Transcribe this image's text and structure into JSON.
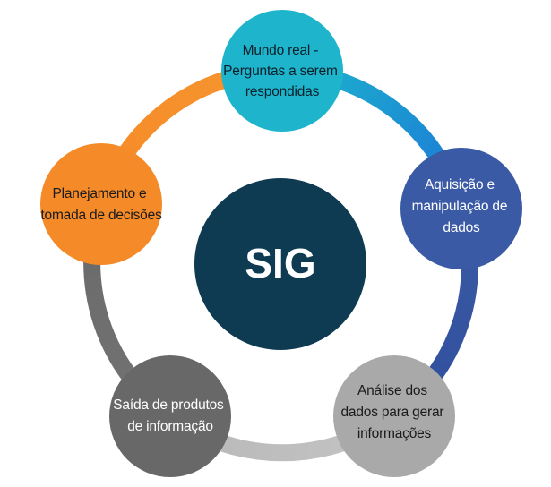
{
  "center": {
    "label": "SIG",
    "color": "#0e3a52",
    "text_color": "#ffffff"
  },
  "nodes": [
    {
      "id": "mundo-real",
      "lines": [
        "Mundo real -",
        "Perguntas a serem",
        "respondidas"
      ],
      "color": "#1db4cc",
      "text_color": "#0b1f2a"
    },
    {
      "id": "aquisicao",
      "lines": [
        "Aquisição e",
        "manipulação de",
        "dados"
      ],
      "color": "#3b5aa5",
      "text_color": "#ffffff"
    },
    {
      "id": "analise",
      "lines": [
        "Análise dos",
        "dados para gerar",
        "informações"
      ],
      "color": "#a9a9a9",
      "text_color": "#1a1a1a"
    },
    {
      "id": "saida",
      "lines": [
        "Saída de produtos",
        "de informação"
      ],
      "color": "#686868",
      "text_color": "#ffffff"
    },
    {
      "id": "planejamento",
      "lines": [
        "Planejamento e",
        "tomada de decisões"
      ],
      "color": "#f58a28",
      "text_color": "#1a1a1a"
    }
  ],
  "arcs": [
    {
      "from": "mundo-real",
      "to": "aquisicao",
      "color_start": "#1db4cc",
      "color_end": "#1b78d8"
    },
    {
      "from": "aquisicao",
      "to": "analise",
      "color_start": "#3b5aa5",
      "color_end": "#2f4e9c"
    },
    {
      "from": "analise",
      "to": "saida",
      "color_start": "#c4c4c4",
      "color_end": "#b8b8b8"
    },
    {
      "from": "saida",
      "to": "planejamento",
      "color_start": "#737373",
      "color_end": "#6a6a6a"
    },
    {
      "from": "planejamento",
      "to": "mundo-real",
      "color_start": "#f58a28",
      "color_end": "#f7962f"
    }
  ]
}
